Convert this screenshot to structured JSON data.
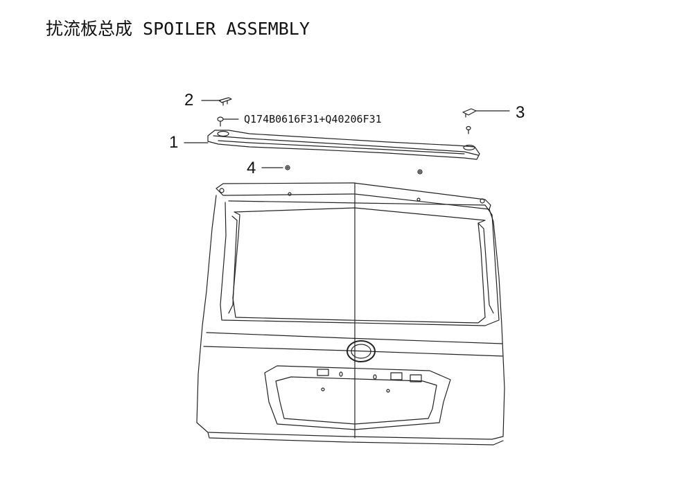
{
  "title": "扰流板总成 SPOILER ASSEMBLY",
  "callouts": {
    "c1": "1",
    "c2": "2",
    "c3": "3",
    "c4": "4"
  },
  "part_number": "Q174B0616F31+Q40206F31"
}
